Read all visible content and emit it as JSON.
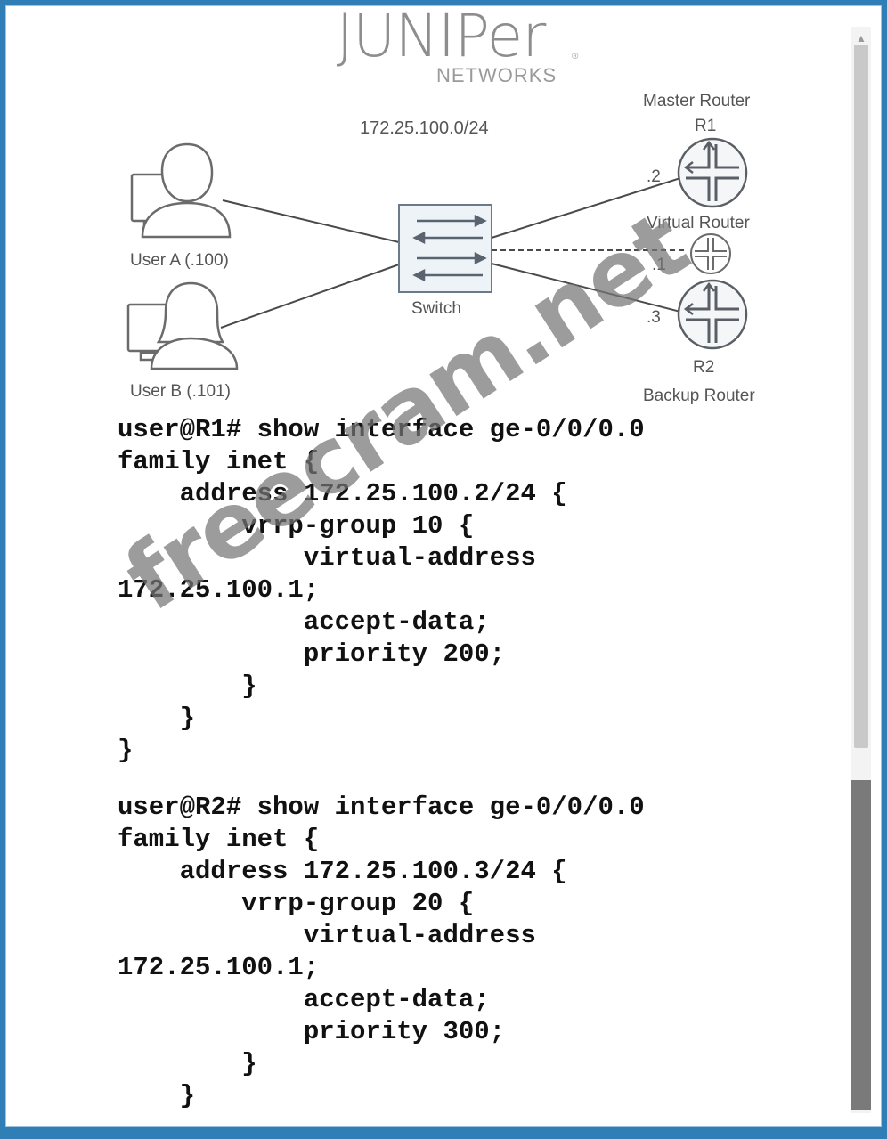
{
  "logo": {
    "main": "JUNIPer",
    "sub": "NETWORKS",
    "reg": "®"
  },
  "diagram": {
    "subnet": "172.25.100.0/24",
    "master_title": "Master Router",
    "r1_label": "R1",
    "virtual_title": "Virtual Router",
    "r2_label": "R2",
    "backup_title": "Backup Router",
    "switch_label": "Switch",
    "user_a": "User A (.100)",
    "user_b": "User B (.101)",
    "r1_addr": ".2",
    "virtual_addr": ".1",
    "r2_addr": ".3"
  },
  "r1_config": {
    "line1": "user@R1# show interface ge-0/0/0.0",
    "line2": "family inet {",
    "line3": "    address 172.25.100.2/24 {",
    "line4": "        vrrp-group 10 {",
    "line5": "            virtual-address",
    "line6": "172.25.100.1;",
    "line7": "            accept-data;",
    "line8": "            priority 200;",
    "line9": "        }",
    "line10": "    }",
    "line11": "}"
  },
  "r2_config": {
    "line1": "user@R2# show interface ge-0/0/0.0",
    "line2": "family inet {",
    "line3": "    address 172.25.100.3/24 {",
    "line4": "        vrrp-group 20 {",
    "line5": "            virtual-address",
    "line6": "172.25.100.1;",
    "line7": "            accept-data;",
    "line8": "            priority 300;",
    "line9": "        }",
    "line10": "    }"
  },
  "watermark": "freecram.net",
  "scrollbar": {
    "up_arrow": "▲"
  },
  "colors": {
    "frame": "#2f7fb6",
    "router_stroke": "#5a5f66",
    "switch_fill": "#eef3f8"
  }
}
